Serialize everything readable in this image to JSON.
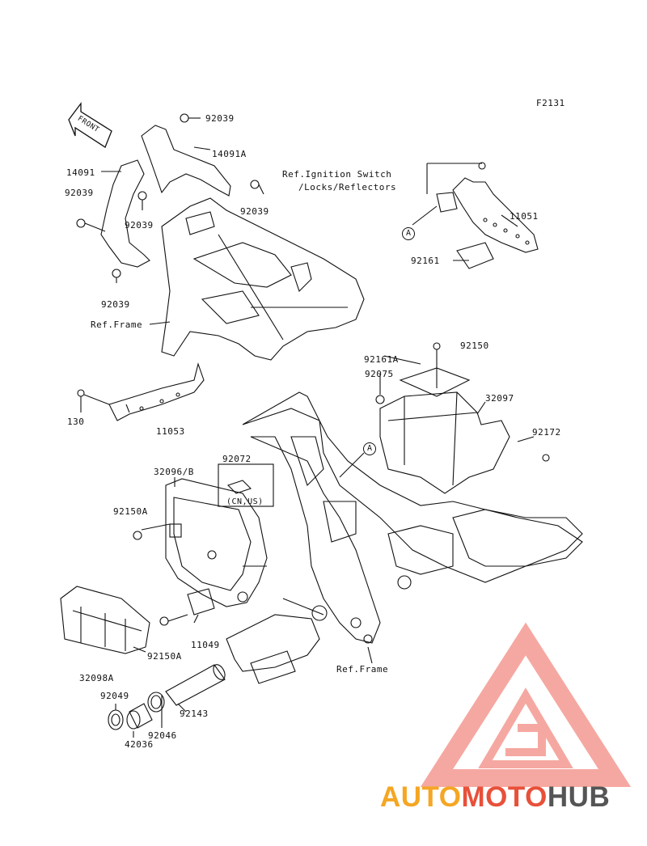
{
  "diagram_code": "F2131",
  "front_arrow_label": "FRONT",
  "parts": {
    "p92039_top": "92039",
    "p14091a": "14091A",
    "p14091": "14091",
    "p92039_left": "92039",
    "p92039_mid": "92039",
    "p92039_right": "92039",
    "p92039_bottom": "92039",
    "ref_frame_upper": "Ref.Frame",
    "ref_ignition_line1": "Ref.Ignition Switch",
    "ref_ignition_line2": "/Locks/Reflectors",
    "p11051": "11051",
    "p92161": "92161",
    "p92150": "92150",
    "p92161a": "92161A",
    "p92075": "92075",
    "p32097": "32097",
    "p92172": "92172",
    "p130": "130",
    "p11053": "11053",
    "p92072": "92072",
    "cn_us": "(CN,US)",
    "p32096b": "32096/B",
    "p92150a_upper": "92150A",
    "p11049": "11049",
    "p92150a_lower": "92150A",
    "p32098a": "32098A",
    "ref_frame_lower": "Ref.Frame",
    "p92049": "92049",
    "p92046": "92046",
    "p92143": "92143",
    "p42036": "42036",
    "ref_a": "A"
  },
  "watermark": {
    "part1": "AUTO",
    "part2": "MOTO",
    "part3": "HUB",
    "color1": "#f5a623",
    "color2": "#e8503a",
    "color3": "#555555",
    "triangle_color": "#f08080"
  }
}
